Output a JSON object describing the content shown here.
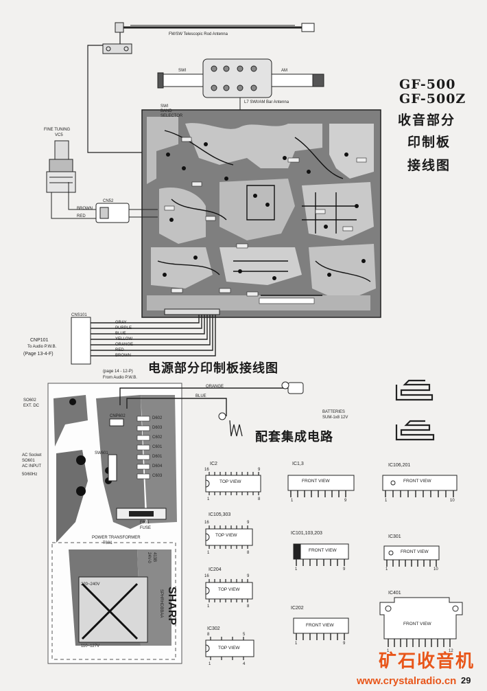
{
  "title": {
    "model_1": "GF-500",
    "model_2": "GF-500Z",
    "radio_pcb_line1": "收音部分",
    "radio_pcb_line2": "印制板",
    "radio_pcb_line3": "接线图",
    "power_pcb": "电源部分印制板接线图",
    "ic_section": "配套集成电路"
  },
  "antenna": {
    "fm_sw_rod": "FM/SW Telescopic Rod Antenna",
    "sw_label": "SWI",
    "am_label": "AM",
    "bar_antenna": "L7 SWI/AM Bar Antenna"
  },
  "radio_board": {
    "band_selector": [
      "SWI",
      "BAND",
      "SELECTOR"
    ],
    "fine_tuning": [
      "FINE TUNING",
      "VC5"
    ],
    "cn52": "CN52",
    "brown": "BROWN",
    "red": "RED",
    "cns101": "CNS101",
    "cnp101": [
      "CNP101",
      "To Audio P.W.B.",
      "(Page 13-4-F)"
    ],
    "wires": [
      "GRAY",
      "PURPLE",
      "BLUE",
      "YELLOW",
      "ORANGE",
      "RED",
      "BROWN"
    ]
  },
  "power_board": {
    "from_audio": [
      "(page 14 - 12-P)",
      "From Audio P.W.B."
    ],
    "orange": "ORANGE",
    "blue": "BLUE",
    "batteries": [
      "BATTERIES",
      "SUM-1x8  12V"
    ],
    "so602": [
      "SO602",
      "EXT. DC"
    ],
    "cnp602": "CNP602",
    "ac_socket": [
      "AC Socket",
      "SO601",
      "AC INPUT",
      "",
      "50/60Hz"
    ],
    "sw601": "SW601",
    "diodes": [
      "D602",
      "D603",
      "C602",
      "C601",
      "D601",
      "D604",
      "C603"
    ],
    "fuse": [
      "F601",
      "FUSE"
    ],
    "transformer": [
      "POWER TRANSFORMER",
      "T601"
    ],
    "fuse_rating": [
      "413B",
      "24V-0"
    ],
    "voltage_hi": "220~240V",
    "voltage_lo": "110~127V",
    "sharp": "SHARP",
    "sharp_sub": "SPHRHDBBAA"
  },
  "ics": [
    {
      "name": "IC2",
      "view": "TOP VIEW",
      "pins_top": [
        "16",
        "9"
      ],
      "pins_bottom": [
        "1",
        "8"
      ]
    },
    {
      "name": "IC1,3",
      "view": "FRONT VIEW",
      "pins_top": [],
      "pins_bottom": [
        "1",
        "9"
      ]
    },
    {
      "name": "IC106,201",
      "view": "FRONT VIEW",
      "pins_top": [],
      "pins_bottom": [
        "1",
        "10"
      ]
    },
    {
      "name": "IC105,303",
      "view": "TOP VIEW",
      "pins_top": [
        "16",
        "9"
      ],
      "pins_bottom": [
        "1",
        "8"
      ]
    },
    {
      "name": "IC101,103,203",
      "view": "FRONT VIEW",
      "pins_top": [],
      "pins_bottom": [
        "1",
        "9"
      ]
    },
    {
      "name": "IC301",
      "view": "FRONT VIEW",
      "pins_top": [],
      "pins_bottom": [
        "1",
        "10"
      ]
    },
    {
      "name": "IC204",
      "view": "TOP VIEW",
      "pins_top": [
        "16",
        "9"
      ],
      "pins_bottom": [
        "1",
        "8"
      ]
    },
    {
      "name": "IC401",
      "view": "FRONT VIEW",
      "pins_top": [],
      "pins_bottom": [
        "1",
        "12"
      ]
    },
    {
      "name": "IC202",
      "view": "FRONT VIEW",
      "pins_top": [],
      "pins_bottom": [
        "1",
        "9"
      ]
    },
    {
      "name": "IC302",
      "view": "TOP VIEW",
      "pins_top": [
        "8",
        "5"
      ],
      "pins_bottom": [
        "1",
        "4"
      ]
    }
  ],
  "page_number": "29",
  "watermark": {
    "cn": "矿石收音机",
    "url": "www.crystalradio.cn",
    "color": "#e8561a"
  }
}
